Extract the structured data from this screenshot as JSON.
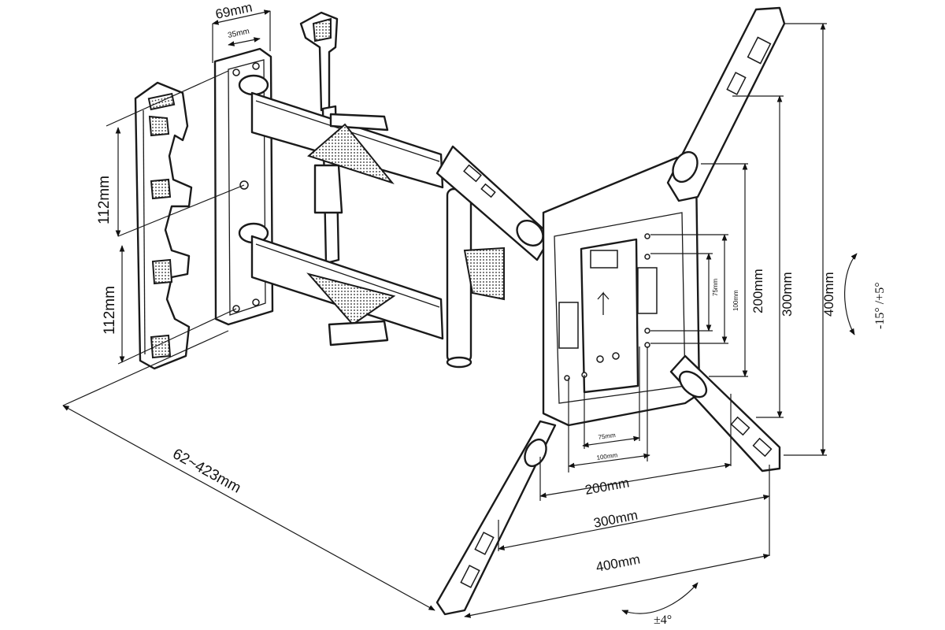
{
  "dimensions": {
    "plate_depth": "69mm",
    "plate_inner": "35mm",
    "hole_spacing_upper": "112mm",
    "hole_spacing_lower": "112mm",
    "extension": "62~423mm",
    "vesa_h_75": "75mm",
    "vesa_h_100": "100mm",
    "vesa_h_200": "200mm",
    "vesa_h_300": "300mm",
    "vesa_h_400": "400mm",
    "vesa_v_75": "75mm",
    "vesa_v_100": "100mm",
    "vesa_v_200": "200mm",
    "vesa_v_300": "300mm",
    "vesa_v_400": "400mm"
  },
  "angles": {
    "tilt": "-15° /+5°",
    "swivel": "±4°"
  },
  "colors": {
    "line": "#1a1a1a",
    "background": "#ffffff"
  }
}
